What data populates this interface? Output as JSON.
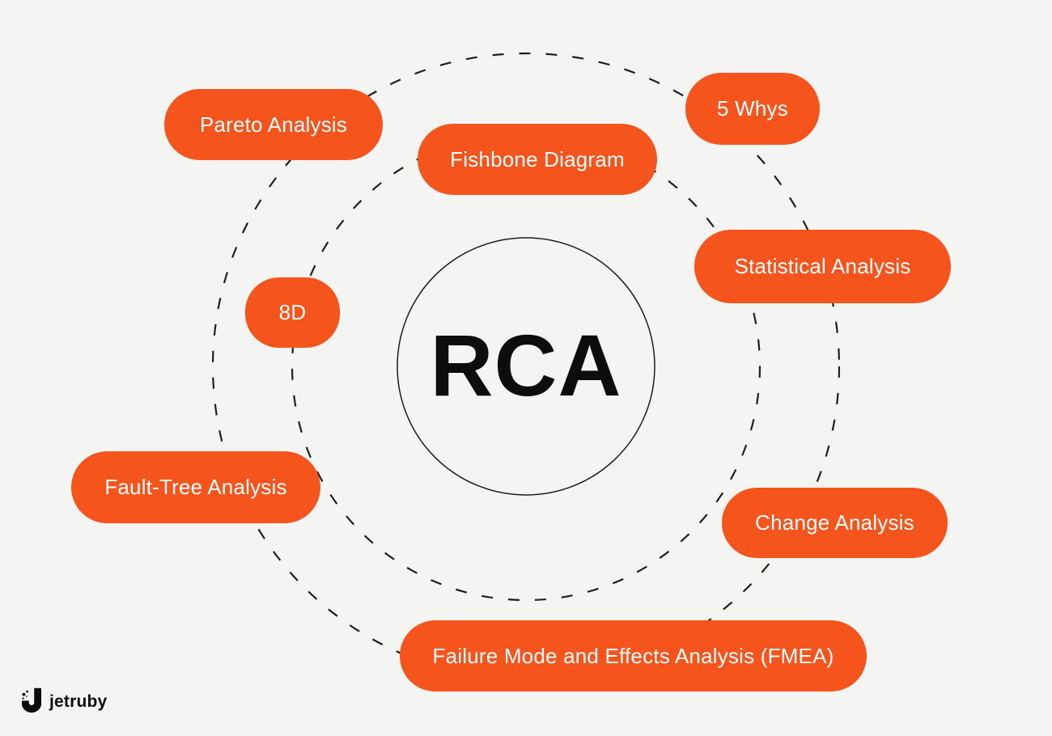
{
  "colors": {
    "background": "#f4f4f2",
    "pill_fill": "#f6541d",
    "pill_text": "#ffffff",
    "ring_stroke": "#1f1f1f",
    "center_text": "#0d0d0d"
  },
  "center": {
    "label": "RCA"
  },
  "pills": [
    {
      "label": "Pareto Analysis"
    },
    {
      "label": "Fishbone Diagram"
    },
    {
      "label": "5 Whys"
    },
    {
      "label": "Statistical Analysis"
    },
    {
      "label": "8D"
    },
    {
      "label": "Fault-Tree Analysis"
    },
    {
      "label": "Change Analysis"
    },
    {
      "label": "Failure Mode and Effects Analysis (FMEA)"
    }
  ],
  "logo": {
    "text": "jetruby"
  }
}
